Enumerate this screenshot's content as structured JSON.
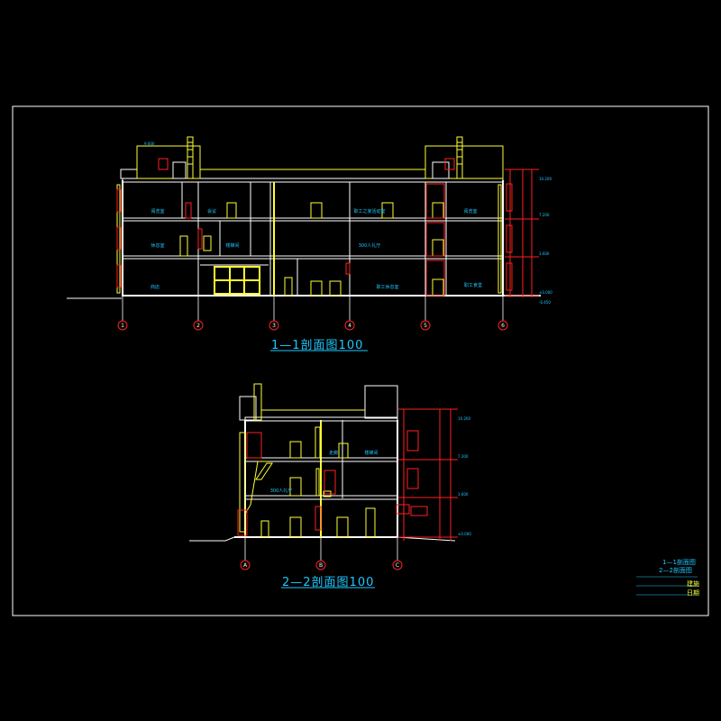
{
  "section1": {
    "title": "1—1剖面图100",
    "axes": [
      "1",
      "2",
      "3",
      "4",
      "5",
      "6"
    ],
    "rooms": [
      "阅览室",
      "会议",
      "职工之家活动室",
      "阅览室",
      "休息室",
      "楼梯间",
      "300人礼厅",
      "商店",
      "职工休息室",
      "职工食堂"
    ],
    "dims": [
      "10.200",
      "9.600",
      "7.200",
      "3.600",
      "±0.000",
      "-0.450"
    ]
  },
  "section2": {
    "title": "2—2剖面图100",
    "axes": [
      "A",
      "B",
      "C"
    ],
    "rooms": [
      "走廊",
      "楼梯间",
      "300人礼厅"
    ],
    "dims": [
      "10.200",
      "7.200",
      "3.600",
      "±0.000"
    ]
  },
  "titleblock": {
    "line1": "1—1剖面图",
    "line2": "2—2剖面图",
    "row1_label": "建施",
    "row2_label": "日期"
  },
  "colors": {
    "background": "#000000",
    "wall_white": "#ffffff",
    "yellow": "#ffff33",
    "red": "#ff2020",
    "cyan": "#1ec8ff",
    "green": "#22ff22"
  }
}
